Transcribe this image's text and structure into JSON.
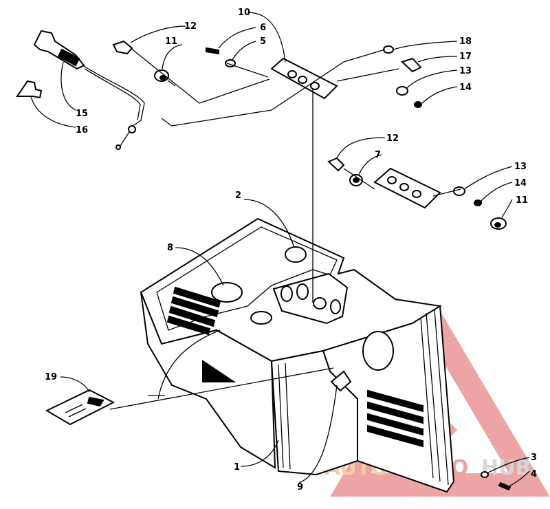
{
  "colors": {
    "line": "#000000",
    "watermark_red": "#e05a5a",
    "watermark_orange": "#f2a65a"
  },
  "watermark": {
    "part1": "AUTO",
    "part2": "MOTO",
    "part3": "HUB"
  },
  "callouts": {
    "c1": "1",
    "c2": "2",
    "c3": "3",
    "c4": "4",
    "c5": "5",
    "c6": "6",
    "c7": "7",
    "c8": "8",
    "c9": "9",
    "c10": "10",
    "c11a": "11",
    "c11b": "11",
    "c12a": "12",
    "c12b": "12",
    "c13a": "13",
    "c13b": "13",
    "c14a": "14",
    "c14b": "14",
    "c15": "15",
    "c16": "16",
    "c17": "17",
    "c18": "18",
    "c19": "19"
  }
}
